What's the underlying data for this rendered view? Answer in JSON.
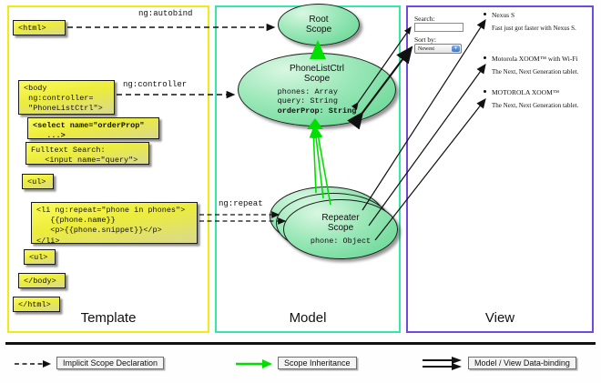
{
  "diagram": {
    "title": "AngularJS Template / Model / View data-binding diagram",
    "colors": {
      "template_border": "#f2e91a",
      "model_border": "#38e6a8",
      "view_border": "#6e4ae0",
      "code_box_fill": "#ecec3c",
      "scope_fill": "#9ce8b9",
      "inheritance_arrow": "#00e000",
      "binding_arrow": "#000000"
    }
  },
  "panels": {
    "template": {
      "label": "Template"
    },
    "model": {
      "label": "Model"
    },
    "view": {
      "label": "View"
    }
  },
  "template": {
    "boxes": [
      {
        "id": "html-open",
        "text": "<html>"
      },
      {
        "id": "body-open",
        "text": "<body\n ng:controller=\n \"PhoneListCtrl\">"
      },
      {
        "id": "select",
        "text": "<select name=\"orderProp\"\n   ...>"
      },
      {
        "id": "fulltext",
        "text": "Fulltext Search:\n   <input name=\"query\">"
      },
      {
        "id": "ul-open",
        "text": "<ul>"
      },
      {
        "id": "li-repeat",
        "text": "<li ng:repeat=\"phone in phones\">\n   {{phone.name}}\n   <p>{{phone.snippet}}</p>\n</li>"
      },
      {
        "id": "ul-close",
        "text": "<ul>"
      },
      {
        "id": "body-close",
        "text": "</body>"
      },
      {
        "id": "html-close",
        "text": "</html>"
      }
    ]
  },
  "model": {
    "scopes": [
      {
        "id": "root-scope",
        "title": "Root\nScope",
        "props": []
      },
      {
        "id": "phonelistctrl-scope",
        "title": "PhoneListCtrl\nScope",
        "props": [
          {
            "text": "phones: Array",
            "bold": false
          },
          {
            "text": "query: String",
            "bold": false
          },
          {
            "text": "orderProp: String",
            "bold": true
          }
        ]
      },
      {
        "id": "repeater-scope",
        "title": "Repeater\nScope",
        "props": [
          {
            "text": "phone: Object",
            "bold": false
          }
        ]
      }
    ]
  },
  "view": {
    "search_label": "Search:",
    "search_value": "",
    "search_placeholder": "",
    "sort_label": "Sort by:",
    "sort_selected": "Newest",
    "sort_options": [
      "Newest"
    ],
    "phones": [
      {
        "name": "Nexus S",
        "snippet": "Fast just got faster with Nexus S."
      },
      {
        "name": "Motorola XOOM™ with Wi-Fi",
        "snippet": "The Next, Next Generation tablet."
      },
      {
        "name": "MOTOROLA XOOM™",
        "snippet": "The Next, Next Generation tablet."
      }
    ]
  },
  "edges": {
    "autobind": "ng:autobind",
    "controller": "ng:controller",
    "repeat": "ng:repeat"
  },
  "legend": {
    "items": [
      {
        "id": "implicit-scope-declaration",
        "label": "Implicit Scope Declaration",
        "style": "dashed-arrow"
      },
      {
        "id": "scope-inheritance",
        "label": "Scope Inheritance",
        "style": "green-arrow"
      },
      {
        "id": "model-view-data-binding",
        "label": "Model / View Data-binding",
        "style": "double-arrow"
      }
    ]
  }
}
